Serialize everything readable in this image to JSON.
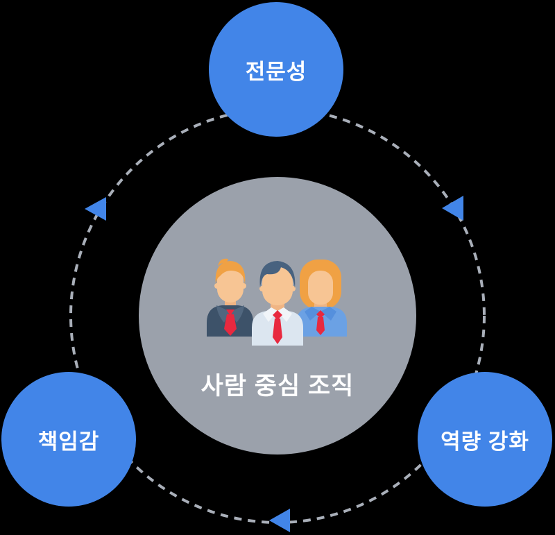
{
  "colors": {
    "background": "#000000",
    "node_blue": "#4285E8",
    "center_gray": "#9BA1AB",
    "dash_gray": "#A9AFB9",
    "label_text": "#FFFFFF"
  },
  "center": {
    "label": "사람 중심 조직",
    "illustration": "three-business-people"
  },
  "nodes": [
    {
      "position": "top",
      "label": "전문성"
    },
    {
      "position": "bottom-left",
      "label": "책임감"
    },
    {
      "position": "bottom-right",
      "label": "역량 강화"
    }
  ],
  "cycle": {
    "arrow_count": 3,
    "arrow_style": "left-pointing-triangle",
    "line_style": "dashed-circle"
  },
  "illustration_palette": {
    "skin": "#F7C594",
    "skin_shadow": "#F0B584",
    "hair_orange": "#F0A144",
    "hair_slate": "#48627F",
    "suit_navy": "#3D5269",
    "suit_lapel": "#51677F",
    "shirt_light": "#DCE6F0",
    "collar_white": "#F1F5F9",
    "shirt_blue": "#6BA1E4",
    "collar_blue": "#5590DD",
    "tie_red": "#E8293F"
  }
}
